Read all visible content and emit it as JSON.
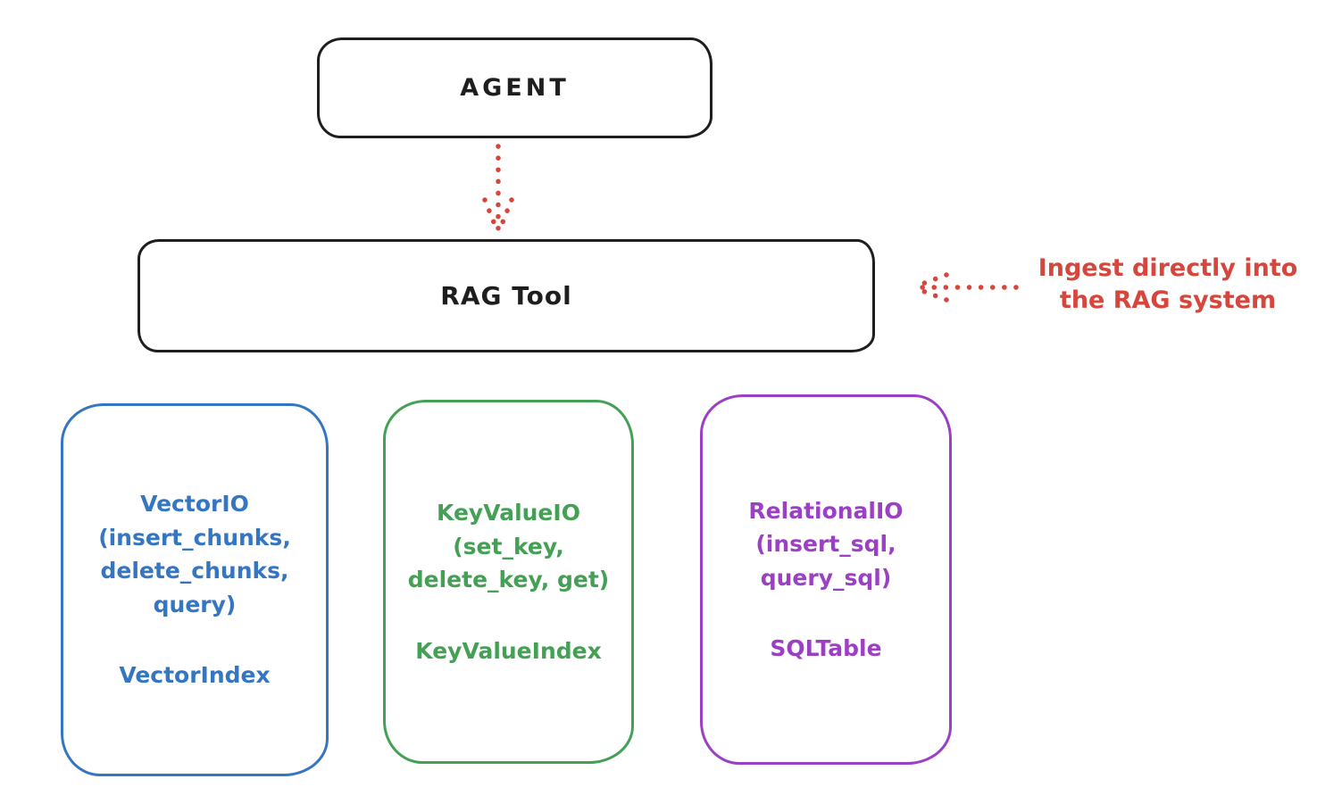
{
  "diagram": {
    "agent": {
      "label": "AGENT"
    },
    "rag_tool": {
      "label": "RAG Tool"
    },
    "annotation": {
      "text": "Ingest directly into\nthe RAG system",
      "color": "#d6463c"
    },
    "arrows": [
      {
        "name": "agent-to-rag-tool",
        "style": "dotted",
        "direction": "down",
        "color": "#d6463c"
      },
      {
        "name": "annotation-to-rag-tool",
        "style": "dotted",
        "direction": "left",
        "color": "#d6463c"
      }
    ],
    "io_boxes": [
      {
        "id": "vector-io",
        "title": "VectorIO\n(insert_chunks,\ndelete_chunks,\nquery)",
        "subtitle": "VectorIndex",
        "color": "#3576c2"
      },
      {
        "id": "keyvalue-io",
        "title": "KeyValueIO\n(set_key,\ndelete_key, get)",
        "subtitle": "KeyValueIndex",
        "color": "#43a054"
      },
      {
        "id": "relational-io",
        "title": "RelationalIO\n(insert_sql,\nquery_sql)",
        "subtitle": "SQLTable",
        "color": "#9b3fc4"
      }
    ],
    "colors": {
      "stroke_black": "#1e1e1e",
      "accent_red": "#d6463c",
      "background": "#ffffff"
    }
  }
}
